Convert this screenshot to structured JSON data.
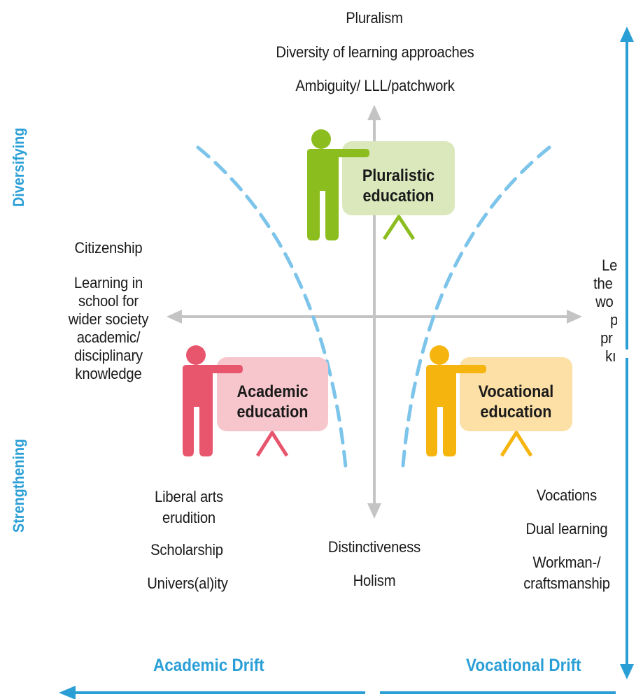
{
  "top_labels": [
    "Pluralism",
    "Diversity of learning approaches",
    "Ambiguity/ LLL/patchwork"
  ],
  "left_labels": {
    "citizenship": "Citizenship",
    "lines": [
      "Learning in",
      "school for",
      "wider society",
      "academic/",
      "disciplinary",
      "knowledge"
    ]
  },
  "right_labels_clipped": [
    "Le",
    "the",
    "wo",
    "p",
    "pr",
    "kı"
  ],
  "bottom_center_labels": [
    "Distinctiveness",
    "Holism"
  ],
  "bottom_left_labels": {
    "liberal": [
      "Liberal arts",
      "erudition"
    ],
    "scholarship": "Scholarship",
    "universality": "Univers(al)ity"
  },
  "bottom_right_labels": {
    "vocations": "Vocations",
    "dual": "Dual learning",
    "workman": [
      "Workman-/",
      "craftsmanship"
    ]
  },
  "quadrants": {
    "pluralistic": {
      "lines": [
        "Pluralistic",
        "education"
      ],
      "figure_color": "#8bbd1e",
      "board_color": "#dbe8bc"
    },
    "academic": {
      "lines": [
        "Academic",
        "education"
      ],
      "figure_color": "#e8566d",
      "board_color": "#f6c6cc"
    },
    "vocational": {
      "lines": [
        "Vocational",
        "education"
      ],
      "figure_color": "#f6b40e",
      "board_color": "#fce0a6"
    }
  },
  "axes": {
    "left_side": "Diversifying",
    "left_side_bottom": "Strengthening",
    "bottom_left": "Academic Drift",
    "bottom_right": "Vocational Drift"
  },
  "colors": {
    "accent_blue": "#2a9fd6",
    "axis_gray": "#bdbdbd",
    "dash_blue": "#7cc4ea"
  }
}
